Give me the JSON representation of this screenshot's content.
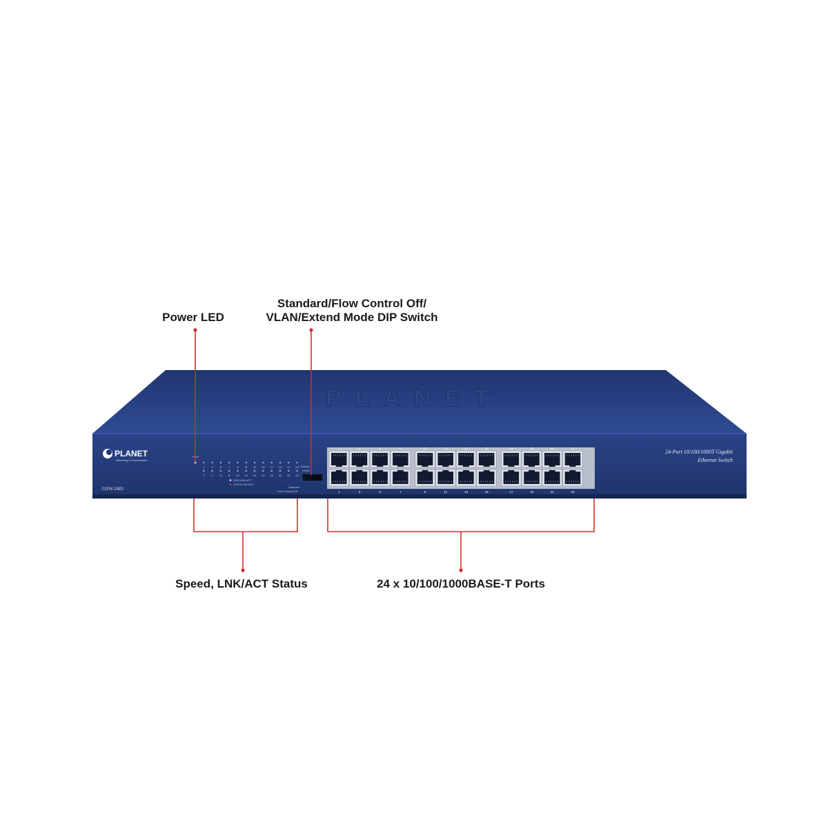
{
  "callouts": {
    "power_led": "Power LED",
    "dip_switch_line1": "Standard/Flow Control Off/",
    "dip_switch_line2": "VLAN/Extend Mode DIP Switch",
    "speed_status": "Speed, LNK/ACT Status",
    "ports": "24 x 10/100/1000BASE-T Ports"
  },
  "device": {
    "brand": "PLANET",
    "brand_tagline": "Networking & Communication",
    "model": "GSW-2401",
    "product_line1": "24-Port 10/100/1000T Gigabit",
    "product_line2": "Ethernet Switch",
    "pwr_label": "PWR",
    "led_legend_1": "1000  LNK ACT",
    "led_legend_2": "10/100 LNK ACT",
    "dip_label_top_1": "Extend",
    "dip_label_top_2": "VLAN",
    "dip_label_bottom_1": "Standard",
    "dip_label_bottom_2": "Flow Control Off",
    "port_numbers_top": [
      "2",
      "4",
      "6",
      "8",
      "10",
      "12",
      "14",
      "16",
      "18",
      "20",
      "22",
      "24"
    ],
    "port_numbers_bottom": [
      "1",
      "3",
      "5",
      "7",
      "9",
      "11",
      "13",
      "15",
      "17",
      "19",
      "21",
      "23"
    ]
  },
  "colors": {
    "chassis": "#233a78",
    "chassis_top": "#2b468e",
    "chassis_dark": "#17285a",
    "callout_line": "#d42b2b",
    "port_cavity": "#121a30",
    "port_frame": "#c9ced6"
  }
}
